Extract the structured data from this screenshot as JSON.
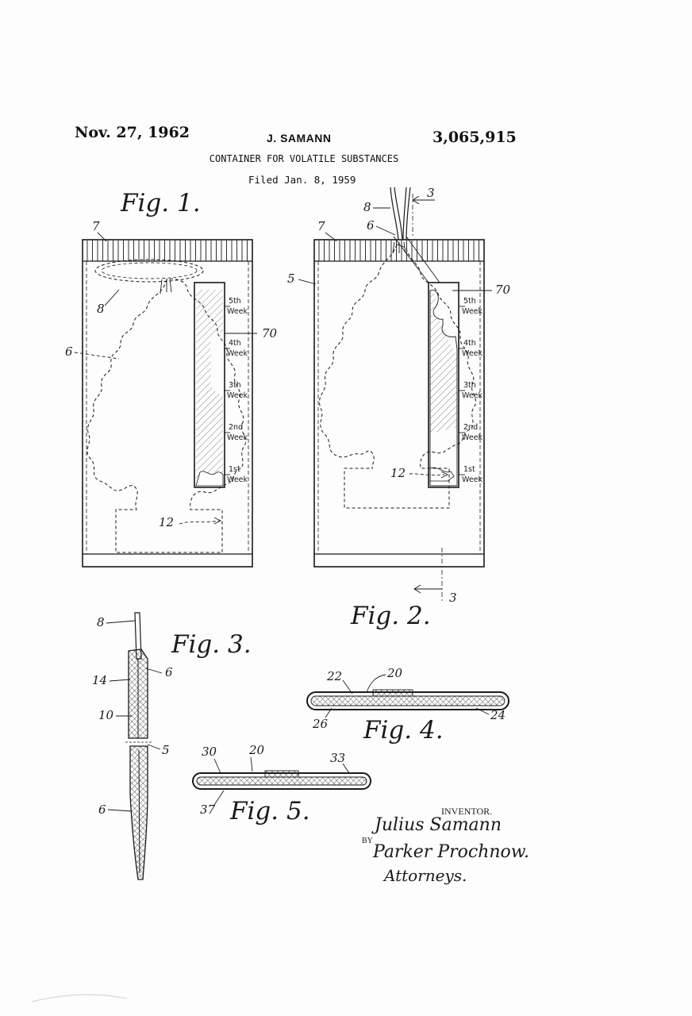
{
  "header": {
    "date": "Nov. 27, 1962",
    "inventor_name": "J. SAMANN",
    "patent_number": "3,065,915",
    "title": "CONTAINER FOR VOLATILE SUBSTANCES",
    "filed": "Filed Jan. 8, 1959"
  },
  "figures": {
    "fig1": "Fig. 1.",
    "fig2": "Fig. 2.",
    "fig3": "Fig. 3.",
    "fig4": "Fig. 4.",
    "fig5": "Fig. 5."
  },
  "week_scale": {
    "w5": "5th",
    "w4": "4th",
    "w3": "3th",
    "w2": "2nd",
    "w1": "1st",
    "week": "Week"
  },
  "reference_numerals": {
    "r3": "3",
    "r5": "5",
    "r6": "6",
    "r7": "7",
    "r8": "8",
    "r10": "10",
    "r12": "12",
    "r14": "14",
    "r20": "20",
    "r22": "22",
    "r24": "24",
    "r26": "26",
    "r30": "30",
    "r33": "33",
    "r37": "37",
    "r70": "70"
  },
  "signature_block": {
    "inventor_label": "INVENTOR.",
    "inventor_signature": "Julius Samann",
    "by": "BY",
    "attorney_signature": "Parker Prochnow.",
    "attorneys": "Attorneys."
  },
  "colors": {
    "ink": "#1a1a1a",
    "paper": "#fdfdfd"
  }
}
